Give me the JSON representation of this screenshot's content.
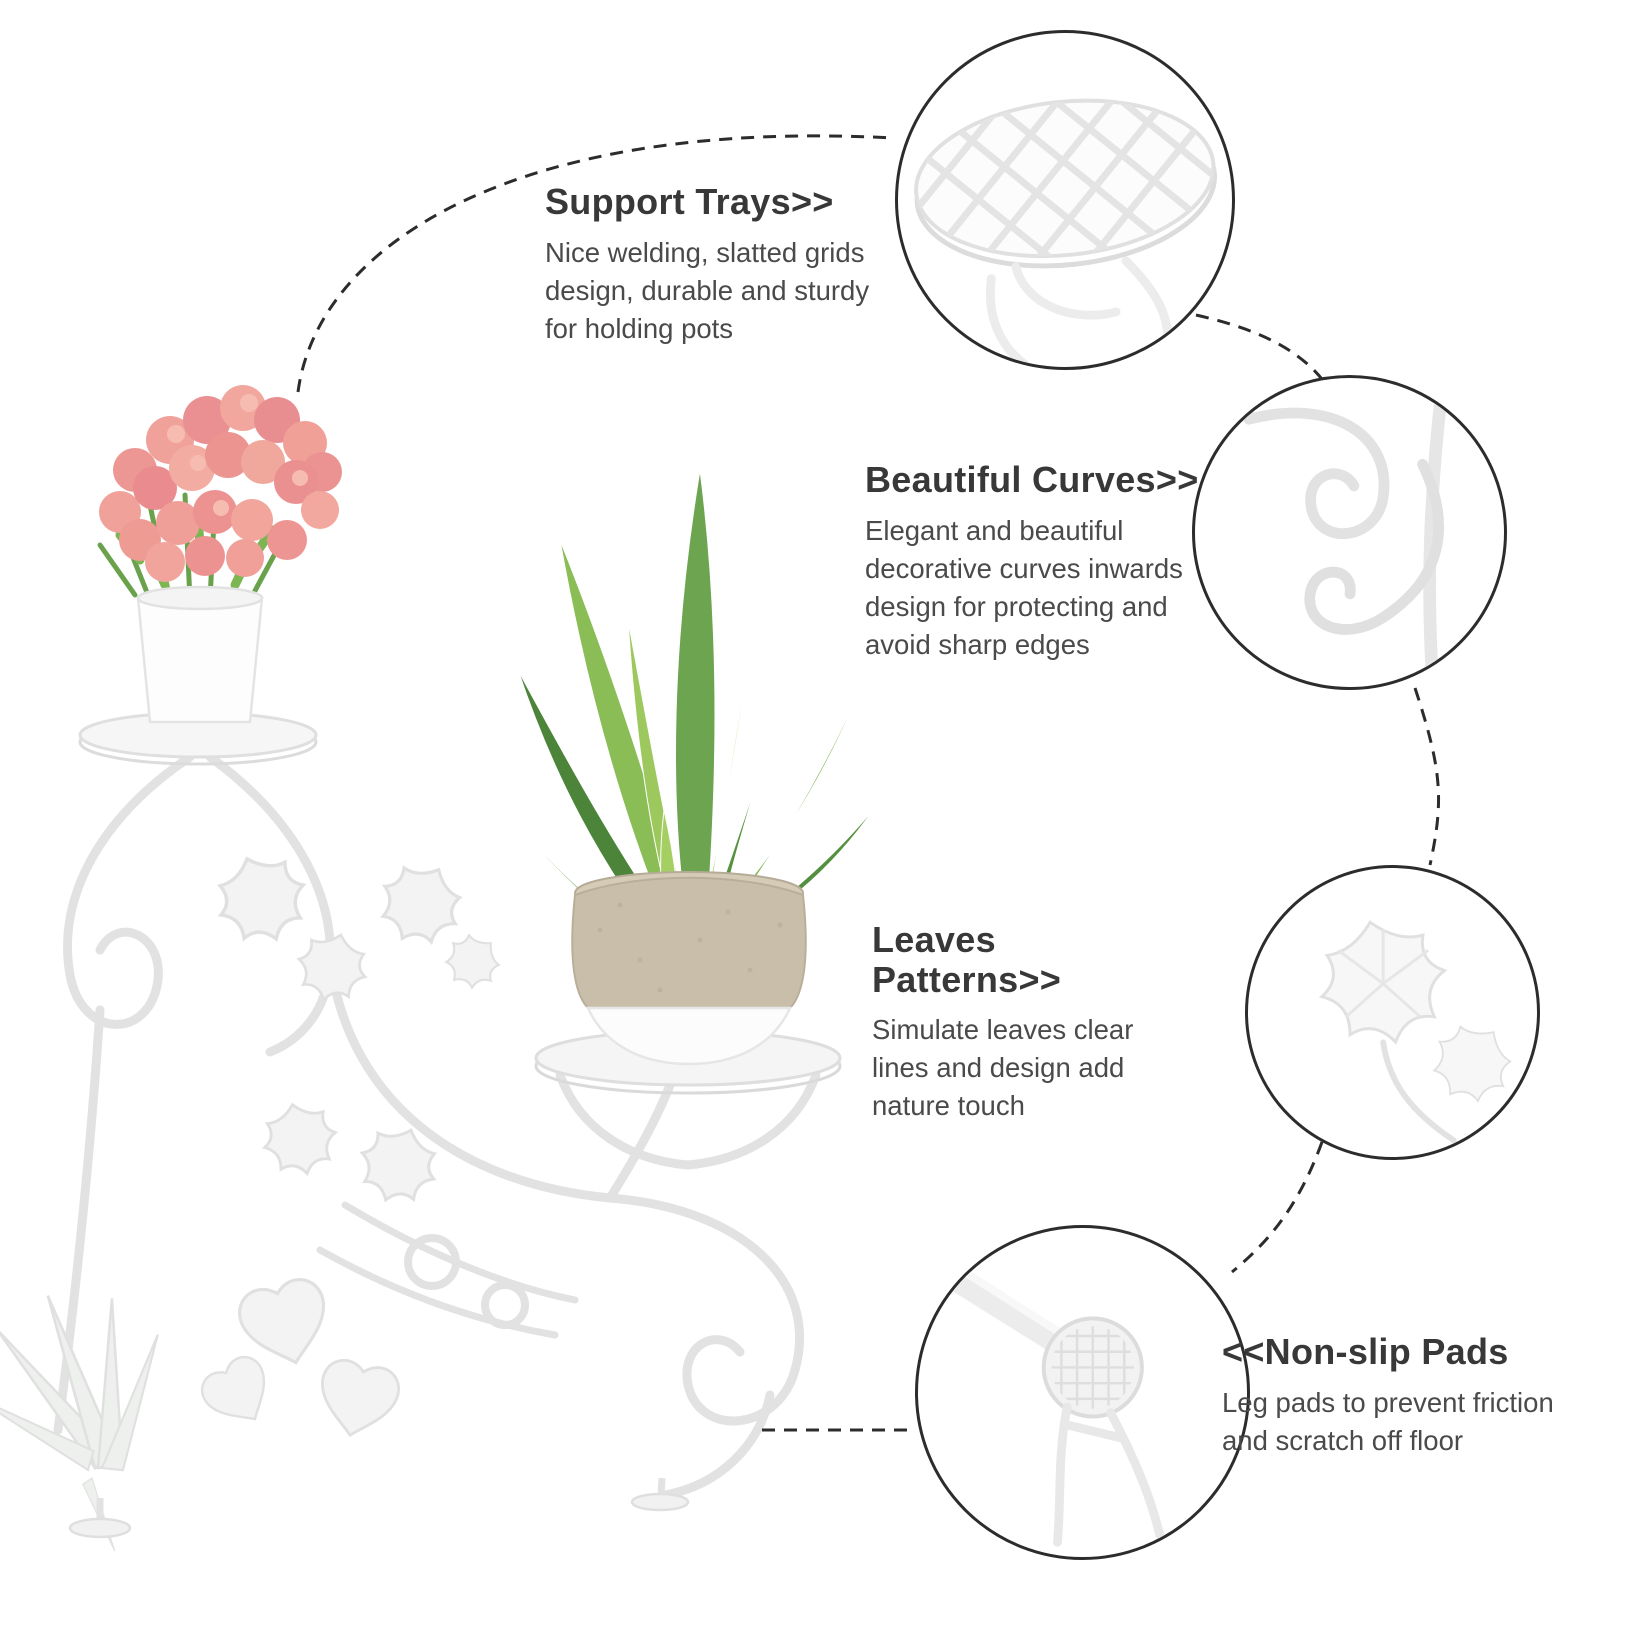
{
  "page": {
    "background": "#ffffff"
  },
  "colors": {
    "heading": "#383838",
    "body": "#4a4a4a",
    "connector_line": "#2c2c2c",
    "callout_border": "#2c2c2c",
    "metal_white": "#f3f3f3",
    "flower_pink": "#ec9492",
    "agave_green": "#6da450",
    "pot_beige": "#c9beaa"
  },
  "features": [
    {
      "id": "support-trays",
      "title": "Support Trays>>",
      "description": "Nice welding, slatted grids design, durable and sturdy for holding pots",
      "image": "lattice-tray-detail"
    },
    {
      "id": "beautiful-curves",
      "title": "Beautiful Curves>>",
      "description": "Elegant and beautiful decorative curves inwards design for protecting and avoid sharp edges",
      "image": "scroll-curves-detail"
    },
    {
      "id": "leaves-patterns",
      "title": "Leaves Patterns>>",
      "description": "Simulate leaves clear lines and design add nature touch",
      "image": "leaf-pattern-detail"
    },
    {
      "id": "non-slip-pads",
      "title": "<<Non-slip Pads",
      "description": "Leg pads to prevent friction and scratch off floor",
      "image": "leg-pad-detail"
    }
  ]
}
